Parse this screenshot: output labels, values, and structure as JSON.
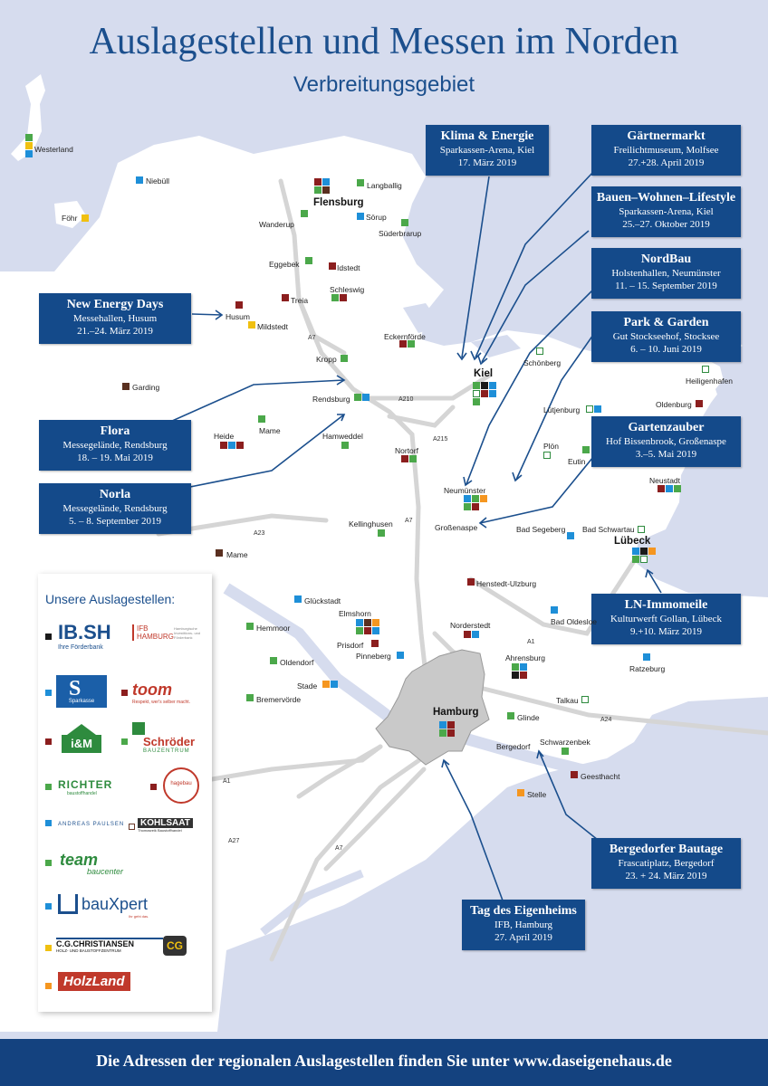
{
  "header": {
    "title": "Auslagestellen und Messen im Norden",
    "subtitle": "Verbreitungsgebiet"
  },
  "colors": {
    "sea": "#d6dcee",
    "land": "#ffffff",
    "road": "#d5d5d5",
    "hamburg": "#cccccc",
    "brand": "#144a8a",
    "marker_blue": "#1e8fd8",
    "marker_green": "#4ba84a",
    "marker_red": "#8b1e1e",
    "marker_yellow": "#f0c010",
    "marker_brown": "#5a3020",
    "marker_orange": "#f59620",
    "marker_black": "#1a1a1a"
  },
  "events": [
    {
      "name": "Klima & Energie",
      "place": "Sparkassen-Arena, Kiel",
      "date": "17. März 2019"
    },
    {
      "name": "Gärtnermarkt",
      "place": "Freilichtmuseum, Molfsee",
      "date": "27.+28. April 2019"
    },
    {
      "name": "Bauen–Wohnen–Lifestyle",
      "place": "Sparkassen-Arena, Kiel",
      "date": "25.–27. Oktober 2019"
    },
    {
      "name": "NordBau",
      "place": "Holstenhallen, Neumünster",
      "date": "11. – 15. September 2019"
    },
    {
      "name": "New Energy Days",
      "place": "Messehallen, Husum",
      "date": "21.–24. März 2019"
    },
    {
      "name": "Park & Garden",
      "place": "Gut Stockseehof, Stocksee",
      "date": "6. – 10. Juni 2019"
    },
    {
      "name": "Gartenzauber",
      "place": "Hof Bissenbrook, Großenaspe",
      "date": "3.–5. Mai 2019"
    },
    {
      "name": "Flora",
      "place": "Messegelände, Rendsburg",
      "date": "18. – 19. Mai 2019"
    },
    {
      "name": "Norla",
      "place": "Messegelände, Rendsburg",
      "date": "5. – 8. September 2019"
    },
    {
      "name": "LN-Immomeile",
      "place": "Kulturwerft Gollan, Lübeck",
      "date": "9.+10. März 2019"
    },
    {
      "name": "Bergedorfer Bautage",
      "place": "Frascatiplatz, Bergedorf",
      "date": "23. + 24. März 2019"
    },
    {
      "name": "Tag des Eigenheims",
      "place": "IFB, Hamburg",
      "date": "27. April 2019"
    }
  ],
  "places": [
    {
      "name": "Westerland",
      "markers": [
        "green",
        "yellow",
        "blue"
      ]
    },
    {
      "name": "Niebüll",
      "markers": [
        "blue"
      ]
    },
    {
      "name": "Föhr",
      "markers": [
        "yellow"
      ]
    },
    {
      "name": "Flensburg",
      "markers": [
        "red",
        "blue",
        "green",
        "brown"
      ]
    },
    {
      "name": "Langballig",
      "markers": [
        "green"
      ]
    },
    {
      "name": "Sörup",
      "markers": [
        "blue"
      ]
    },
    {
      "name": "Wanderup",
      "markers": [
        "green"
      ]
    },
    {
      "name": "Süderbrarup",
      "markers": [
        "green"
      ]
    },
    {
      "name": "Eggebek",
      "markers": [
        "green"
      ]
    },
    {
      "name": "Idstedt",
      "markers": [
        "red"
      ]
    },
    {
      "name": "Schleswig",
      "markers": [
        "green",
        "red"
      ]
    },
    {
      "name": "Treia",
      "markers": [
        "red"
      ]
    },
    {
      "name": "Husum",
      "markers": [
        "red"
      ]
    },
    {
      "name": "Mildstedt",
      "markers": [
        "yellow"
      ]
    },
    {
      "name": "Eckernförde",
      "markers": [
        "red",
        "green"
      ]
    },
    {
      "name": "Kropp",
      "markers": [
        "green"
      ]
    },
    {
      "name": "Garding",
      "markers": [
        "brown"
      ]
    },
    {
      "name": "Rendsburg",
      "markers": [
        "green",
        "blue"
      ]
    },
    {
      "name": "Kiel",
      "markers": [
        "green",
        "black",
        "blue",
        "white",
        "red",
        "blue",
        "green"
      ]
    },
    {
      "name": "Schönberg",
      "markers": [
        "white"
      ]
    },
    {
      "name": "Heiligenhafen",
      "markers": [
        "white"
      ]
    },
    {
      "name": "Oldenburg",
      "markers": [
        "red"
      ]
    },
    {
      "name": "Lütjenburg",
      "markers": [
        "white",
        "blue"
      ]
    },
    {
      "name": "Heide",
      "markers": [
        "red",
        "blue",
        "red"
      ]
    },
    {
      "name": "Mame",
      "markers": [
        "green"
      ]
    },
    {
      "name": "Hamweddel",
      "markers": [
        "green"
      ]
    },
    {
      "name": "Nortorf",
      "markers": [
        "red",
        "green"
      ]
    },
    {
      "name": "Plön",
      "markers": [
        "white"
      ]
    },
    {
      "name": "Eutin",
      "markers": [
        "green"
      ]
    },
    {
      "name": "Neustadt",
      "markers": [
        "red",
        "blue",
        "green"
      ]
    },
    {
      "name": "Neumünster",
      "markers": [
        "blue",
        "green",
        "orange",
        "green",
        "red"
      ]
    },
    {
      "name": "Großenaspe",
      "markers": []
    },
    {
      "name": "Kellinghusen",
      "markers": [
        "green"
      ]
    },
    {
      "name": "Bad Segeberg",
      "markers": [
        "blue"
      ]
    },
    {
      "name": "Bad Schwartau",
      "markers": [
        "white"
      ]
    },
    {
      "name": "Lübeck",
      "markers": [
        "blue",
        "black",
        "orange",
        "green",
        "white"
      ]
    },
    {
      "name": "Mame",
      "markers": [
        "brown"
      ]
    },
    {
      "name": "Henstedt-Ulzburg",
      "markers": [
        "red"
      ]
    },
    {
      "name": "Glückstadt",
      "markers": [
        "blue"
      ]
    },
    {
      "name": "Elmshorn",
      "markers": [
        "blue",
        "brown",
        "orange",
        "green",
        "red",
        "blue"
      ]
    },
    {
      "name": "Hemmoor",
      "markers": [
        "green"
      ]
    },
    {
      "name": "Norderstedt",
      "markers": [
        "red",
        "blue"
      ]
    },
    {
      "name": "Bad Oldesloe",
      "markers": [
        "blue"
      ]
    },
    {
      "name": "Prisdorf",
      "markers": [
        "red"
      ]
    },
    {
      "name": "Pinneberg",
      "markers": [
        "blue"
      ]
    },
    {
      "name": "Oldendorf",
      "markers": [
        "green"
      ]
    },
    {
      "name": "Ahrensburg",
      "markers": [
        "green",
        "blue",
        "black",
        "red"
      ]
    },
    {
      "name": "Ratzeburg",
      "markers": [
        "blue"
      ]
    },
    {
      "name": "Stade",
      "markers": [
        "orange",
        "blue"
      ]
    },
    {
      "name": "Bremervörde",
      "markers": [
        "green"
      ]
    },
    {
      "name": "Talkau",
      "markers": [
        "white"
      ]
    },
    {
      "name": "Hamburg",
      "markers": [
        "blue",
        "red",
        "green",
        "red"
      ]
    },
    {
      "name": "Glinde",
      "markers": [
        "green"
      ]
    },
    {
      "name": "Schwarzenbek",
      "markers": [
        "green"
      ]
    },
    {
      "name": "Bergedorf",
      "markers": []
    },
    {
      "name": "Geesthacht",
      "markers": [
        "red"
      ]
    },
    {
      "name": "Stelle",
      "markers": [
        "orange"
      ]
    }
  ],
  "highways": [
    "A7",
    "A210",
    "A215",
    "A7",
    "A23",
    "A1",
    "A24",
    "A1",
    "A27",
    "A7"
  ],
  "legend": {
    "heading": "Unsere Auslagestellen:",
    "items": [
      {
        "marker": "black",
        "logo": "IB.SH",
        "sub": "Ihre Förderbank",
        "extra": "IFB HAMBURG",
        "extra_sub": "Hamburgische Investitions- und Förderbank"
      },
      {
        "marker": "blue",
        "logo": "Sparkasse",
        "extra": "toom",
        "extra_sub": "Respekt, wer's selber macht.",
        "extra_marker": "red"
      },
      {
        "marker": "red",
        "logo": "i&M",
        "extra": "Schröder",
        "extra_sub": "BAUZENTRUM",
        "extra_marker": "green"
      },
      {
        "marker": "green",
        "logo": "RICHTER",
        "sub": "baustoffhandel",
        "extra": "hagebau",
        "extra_marker": "red"
      },
      {
        "marker": "blue",
        "logo": "ANDREAS PAULSEN",
        "extra": "KOHLSAAT",
        "extra_sub": "Thomasreik Baustoffhandel",
        "extra_marker": "white"
      },
      {
        "marker": "green",
        "logo": "team",
        "sub": "baucenter"
      },
      {
        "marker": "blue",
        "logo": "bauXpert",
        "sub": "Ihr geht das."
      },
      {
        "marker": "yellow",
        "logo": "C.G.CHRISTIANSEN",
        "sub": "HOLZ- UND BAUSTOFFZENTRUM",
        "extra": "CG"
      },
      {
        "marker": "orange",
        "logo": "HolzLand"
      }
    ]
  },
  "footer": {
    "text": "Die Adressen der regionalen Auslagestellen finden Sie unter www.daseigenehaus.de"
  }
}
